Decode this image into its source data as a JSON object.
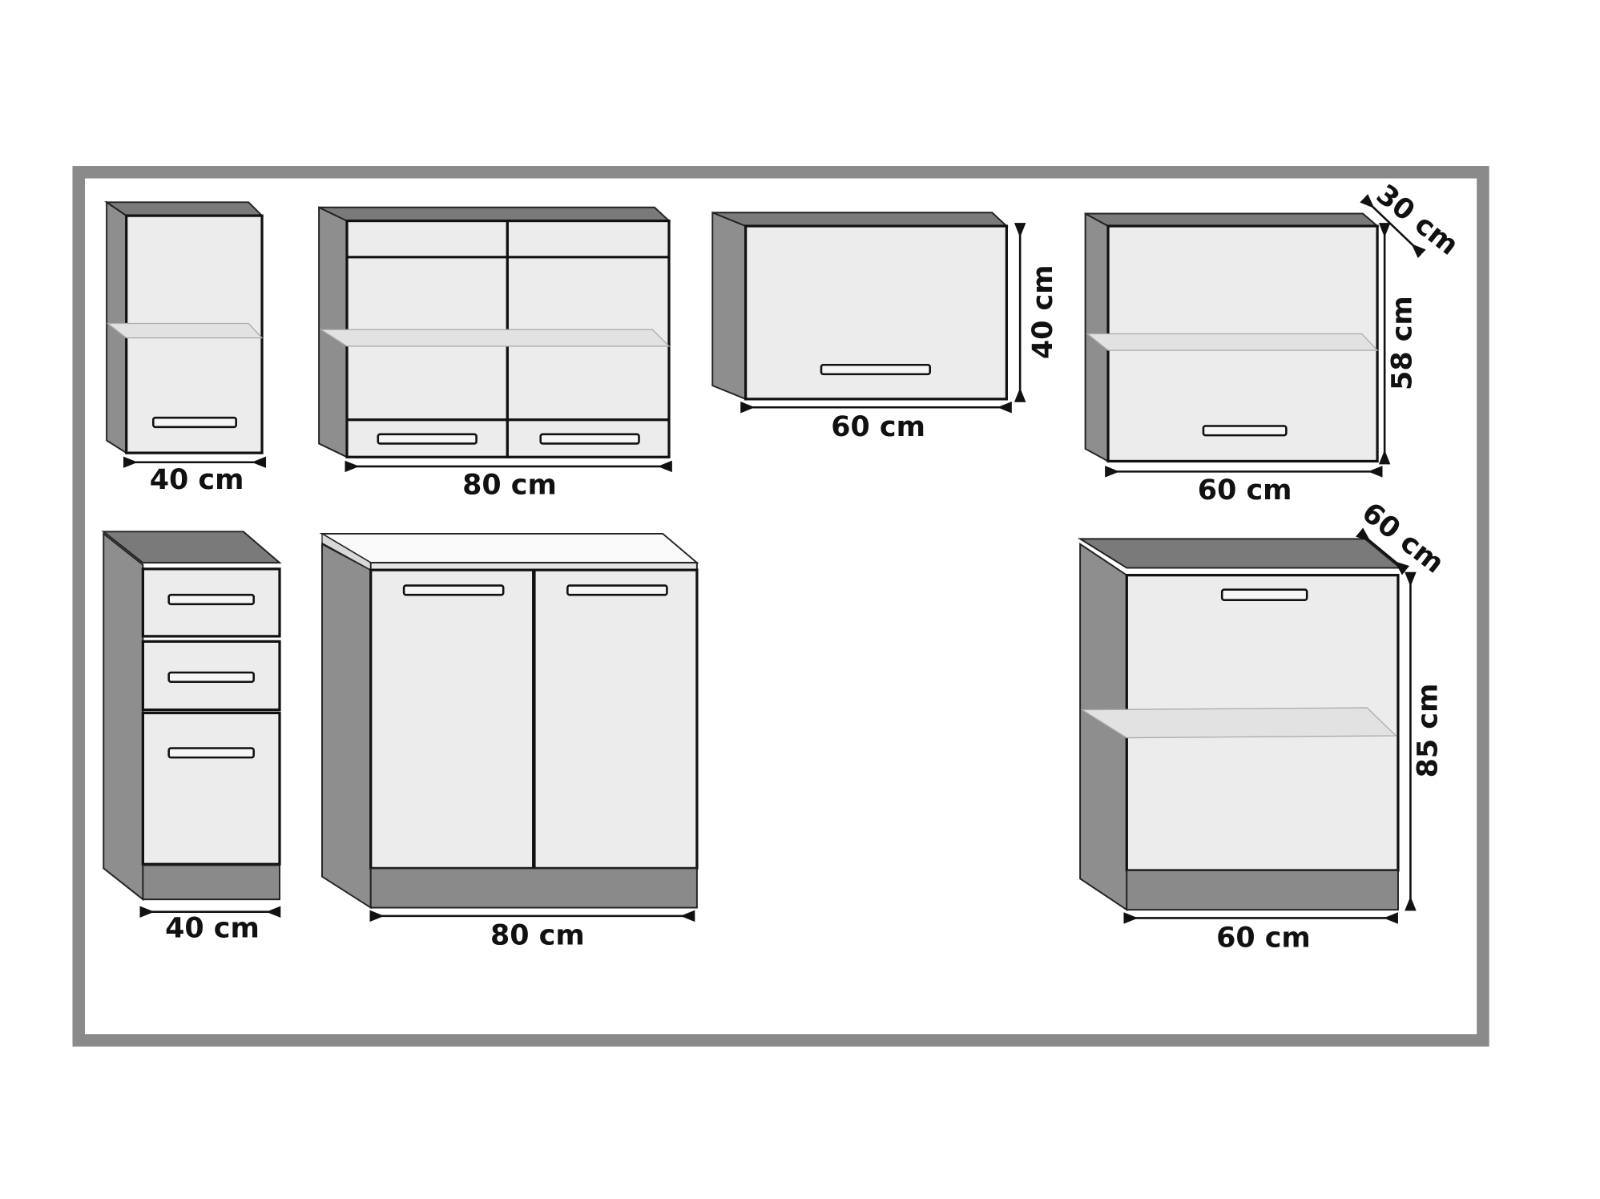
{
  "cabinets": [
    {
      "name": "wall-cabinet-40",
      "width_label": "40 cm"
    },
    {
      "name": "wall-cabinet-80",
      "width_label": "80 cm"
    },
    {
      "name": "wall-hood-cabinet-60",
      "width_label": "60 cm",
      "height_label": "40 cm"
    },
    {
      "name": "wall-cabinet-60",
      "width_label": "60 cm",
      "height_label": "58 cm",
      "depth_label": "30 cm"
    },
    {
      "name": "base-drawer-cabinet-40",
      "width_label": "40 cm"
    },
    {
      "name": "base-sink-cabinet-80",
      "width_label": "80 cm"
    },
    {
      "name": "base-cabinet-60",
      "width_label": "60 cm",
      "height_label": "85 cm",
      "depth_label": "60 cm"
    }
  ],
  "colors": {
    "frame": "#8a8a8a",
    "carcass": "#8e8e8e",
    "front": "#ececec"
  }
}
